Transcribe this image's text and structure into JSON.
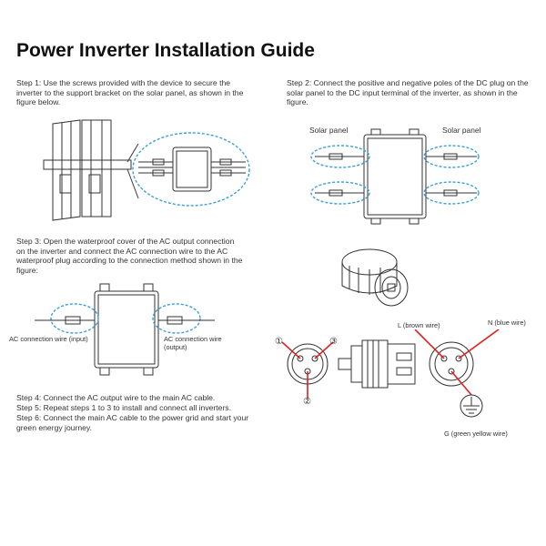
{
  "title": "Power Inverter Installation Guide",
  "steps": {
    "step1": "Step 1: Use the screws provided with the device to secure the inverter to the support bracket on the solar panel, as shown in the figure below.",
    "step2": "Step 2: Connect the positive and negative poles of the DC plug on the solar panel to the DC input terminal of the inverter, as shown in the figure.",
    "step3": "Step 3: Open the waterproof cover of the AC output connection on the inverter and connect the AC connection wire to the AC waterproof plug according to the connection method shown in the figure:",
    "step4": "Step 4: Connect the AC output wire to the main AC cable.",
    "step5": "Step 5: Repeat steps 1 to 3 to install and connect all inverters.",
    "step6": "Step 6: Connect the main AC cable to the power grid and start your green energy journey."
  },
  "labels": {
    "solar_panel_left": "Solar panel",
    "solar_panel_right": "Solar panel",
    "ac_wire_input": "AC connection wire (input)",
    "ac_wire_output_line1": "AC connection wire",
    "ac_wire_output_line2": "(output)",
    "l_wire": "L (brown wire)",
    "n_wire": "N (blue wire)",
    "g_wire": "G (green yellow wire)",
    "pin1": "①",
    "pin2": "②",
    "pin3": "③"
  },
  "colors": {
    "highlight": "#3a9fd8",
    "pointer": "#e02020"
  }
}
